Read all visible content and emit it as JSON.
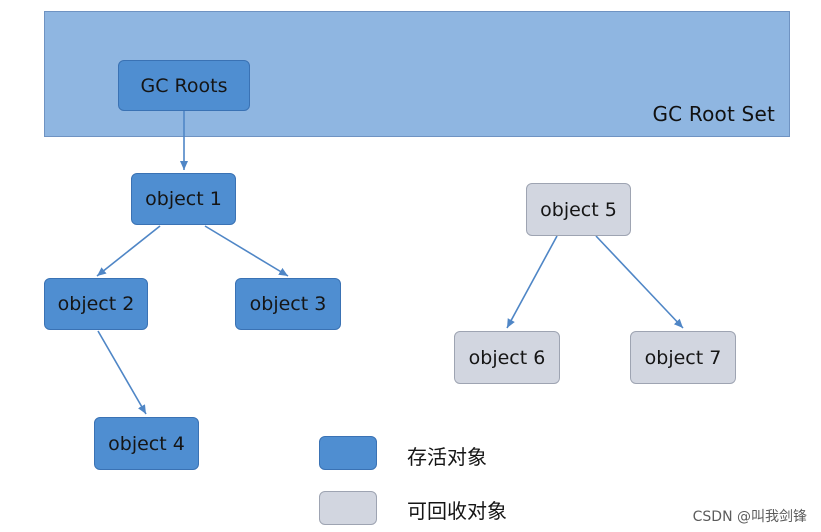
{
  "root_set": {
    "label": "GC Root Set"
  },
  "nodes": {
    "gc_roots": "GC Roots",
    "object1": "object 1",
    "object2": "object 2",
    "object3": "object 3",
    "object4": "object 4",
    "object5": "object 5",
    "object6": "object 6",
    "object7": "object 7"
  },
  "edges": [
    {
      "from": "gc_roots",
      "to": "object1"
    },
    {
      "from": "object1",
      "to": "object2"
    },
    {
      "from": "object1",
      "to": "object3"
    },
    {
      "from": "object2",
      "to": "object4"
    },
    {
      "from": "object5",
      "to": "object6"
    },
    {
      "from": "object5",
      "to": "object7"
    }
  ],
  "legend": {
    "live_label": "存活对象",
    "collectable_label": "可回收对象"
  },
  "watermark": "CSDN @叫我剑锋",
  "colors": {
    "root_set_fill": "#8fb6e1",
    "live_fill": "#4f8ed1",
    "collectable_fill": "#d2d6e0",
    "edge": "#4f86c6"
  }
}
